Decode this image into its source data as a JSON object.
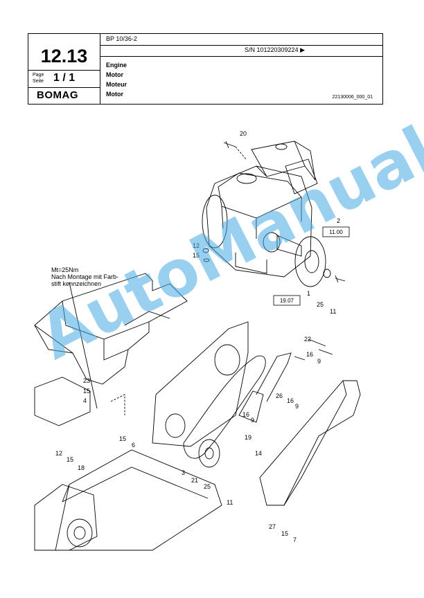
{
  "header": {
    "section_number": "12.13",
    "page_label_1": "Page",
    "page_label_2": "Seite",
    "page_number": "1 / 1",
    "logo_text": "BOMAG",
    "model": "BP 10/36-2",
    "serial": "S/N 101220309224  ▶",
    "titles": [
      "Engine",
      "Motor",
      "Moteur",
      "Motor"
    ],
    "document_id": "22130006_000_01"
  },
  "drawing": {
    "note_lines": [
      "Mt=25Nm",
      "Nach Montage mit Farb-",
      "stift kennzeichnen"
    ],
    "ref_boxes": [
      "11.00",
      "19.07"
    ],
    "callouts": [
      "20",
      "2",
      "12",
      "15",
      "1",
      "25",
      "11",
      "22",
      "16",
      "9",
      "23",
      "15",
      "4",
      "26",
      "16",
      "9",
      "16",
      "9",
      "19",
      "14",
      "15",
      "6",
      "12",
      "15",
      "18",
      "3",
      "21",
      "25",
      "11",
      "27",
      "15",
      "7"
    ]
  },
  "watermark": "AutoManual"
}
